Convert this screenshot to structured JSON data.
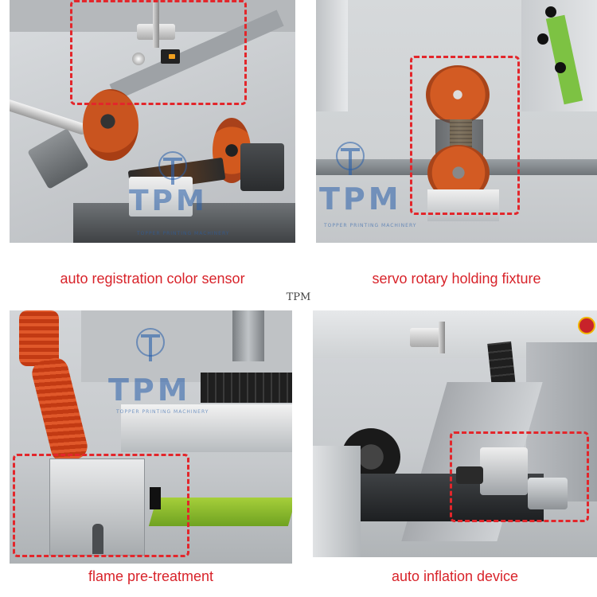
{
  "panels": [
    {
      "caption": "auto registration color sensor",
      "watermark": "TPM",
      "watermark_sub": "TOPPER PRINTING MACHINERY"
    },
    {
      "caption": "servo rotary holding fixture",
      "watermark": "TPM",
      "watermark_sub": "TOPPER PRINTING MACHINERY"
    },
    {
      "caption": "flame pre-treatment",
      "watermark": "TPM",
      "watermark_sub": "TOPPER PRINTING MACHINERY"
    },
    {
      "caption": "auto inflation device"
    }
  ],
  "center_mark": "TPM",
  "colors": {
    "caption": "#d8232a",
    "highlight_box": "#e3262b",
    "watermark": "#285faa"
  }
}
